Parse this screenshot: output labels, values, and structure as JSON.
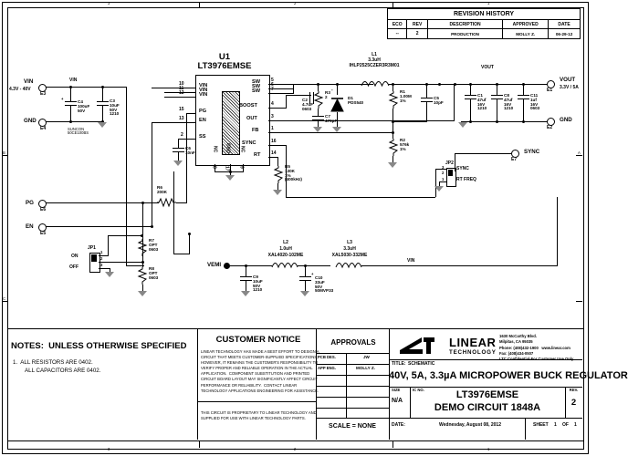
{
  "sheet": {
    "zone_marks_top": [
      "3",
      "2",
      "1"
    ],
    "zone_marks_bottom": [
      "3",
      "2",
      "1"
    ],
    "zone_side": [
      "C",
      "B",
      "A"
    ]
  },
  "revision_history": {
    "title": "REVISION HISTORY",
    "columns": [
      "ECO",
      "REV",
      "DESCRIPTION",
      "APPROVED",
      "DATE"
    ],
    "rows": [
      {
        "eco": "--",
        "rev": "2",
        "description": "PRODUCTION",
        "approved": "MOLLY Z.",
        "date": "06-29-12"
      }
    ]
  },
  "notes": {
    "heading": "NOTES:  UNLESS OTHERWISE SPECIFIED",
    "items": [
      "1.  ALL RESISTORS ARE 0402.",
      "ALL CAPACITORS ARE 0402."
    ]
  },
  "customer_notice": {
    "heading": "CUSTOMER NOTICE",
    "body": [
      "LINEAR TECHNOLOGY HAS MADE A BEST EFFORT TO DESIGN A",
      "CIRCUIT THAT MEETS CUSTOMER-SUPPLIED SPECIFICATIONS;",
      "HOWEVER, IT REMAINS THE CUSTOMER'S RESPONSIBILITY TO",
      "VERIFY PROPER AND RELIABLE OPERATION IN THE ACTUAL",
      "APPLICATION.  COMPONENT SUBSTITUTION AND PRINTED",
      "CIRCUIT BOARD LAYOUT MAY SIGNIFICANTLY AFFECT CIRCUIT",
      "PERFORMANCE OR RELIABILITY.  CONTACT LINEAR",
      "TECHNOLOGY APPLICATIONS ENGINEERING FOR ASSISTANCE."
    ],
    "footer": [
      "THIS CIRCUIT IS PROPRIETARY TO LINEAR TECHNOLOGY AND",
      "SUPPLIED FOR USE WITH LINEAR TECHNOLOGY PARTS."
    ]
  },
  "approvals": {
    "heading": "APPROVALS",
    "rows": [
      {
        "label": "PCB DES.",
        "value": "JW"
      },
      {
        "label": "APP ENG.",
        "value": "MOLLY Z."
      },
      {
        "label": "",
        "value": ""
      },
      {
        "label": "",
        "value": ""
      },
      {
        "label": "",
        "value": ""
      }
    ],
    "scale": "SCALE = NONE"
  },
  "company": {
    "name": "LINEAR",
    "sub": "TECHNOLOGY",
    "address": [
      "1630 McCarthy Blvd.",
      "Milpitas, CA 95035",
      "Phone: (408)432-1900   www.linear.com",
      "Fax: (408)434-0507",
      "LTC Confidential-For Customer Use Only"
    ]
  },
  "title_block": {
    "title_label": "TITLE:",
    "title_value": "SCHEMATIC",
    "main_title": "40V, 5A, 3.3µA MICROPOWER BUCK REGULATOR",
    "size_label": "SIZE",
    "size_value": "N/A",
    "ic_no_label": "IC NO.",
    "part": "LT3976EMSE",
    "demo": "DEMO CIRCUIT 1848A",
    "rev_label": "REV.",
    "rev_value": "2",
    "date_label": "DATE:",
    "date_value": "Wednesday, August 08, 2012",
    "sheet_label": "SHEET",
    "sheet_num": "1",
    "of_label": "OF",
    "of_num": "1"
  },
  "ic": {
    "ref": "U1",
    "part": "LT3976EMSE",
    "left_pins": [
      {
        "num": "10",
        "name": "VIN"
      },
      {
        "num": "11",
        "name": "VIN"
      },
      {
        "num": "12",
        "name": "VIN"
      },
      {
        "num": "15",
        "name": "PG"
      },
      {
        "num": "13",
        "name": "EN"
      },
      {
        "num": "2",
        "name": "SS"
      }
    ],
    "right_pins": [
      {
        "num": "5",
        "name": "SW"
      },
      {
        "num": "6",
        "name": "SW"
      },
      {
        "num": "7",
        "name": "SW"
      },
      {
        "num": "4",
        "name": "BOOST"
      },
      {
        "num": "3",
        "name": "OUT"
      },
      {
        "num": "1",
        "name": "FB"
      },
      {
        "num": "16",
        "name": "SYNC"
      },
      {
        "num": "14",
        "name": "RT"
      }
    ],
    "bottom_pins": [
      {
        "num": "8",
        "name": "NC"
      },
      {
        "num": "17",
        "name": "GND"
      },
      {
        "num": "9",
        "name": "NC"
      }
    ]
  },
  "terminals": [
    {
      "id": "E3",
      "label": "VIN",
      "sub": "4.3V - 40V"
    },
    {
      "id": "E4",
      "label": "GND",
      "sub": ""
    },
    {
      "id": "E6",
      "label": "PG",
      "sub": ""
    },
    {
      "id": "E5",
      "label": "EN",
      "sub": ""
    },
    {
      "id": "E1",
      "label": "VOUT",
      "sub": "3.3V / 5A"
    },
    {
      "id": "E2",
      "label": "GND",
      "sub": ""
    },
    {
      "id": "E7",
      "label": "SYNC",
      "sub": ""
    }
  ],
  "net_labels": [
    {
      "name": "VIN"
    },
    {
      "name": "VOUT"
    },
    {
      "name": "VEMI"
    },
    {
      "name": "VIN"
    }
  ],
  "components": [
    {
      "ref": "C4",
      "lines": [
        "C4",
        "100uF",
        "50V"
      ],
      "note": "SUNCON\n50CE100BS"
    },
    {
      "ref": "C3",
      "lines": [
        "C3",
        "10uF",
        "50V",
        "1210"
      ]
    },
    {
      "ref": "C6",
      "lines": [
        "C6",
        "10nF"
      ]
    },
    {
      "ref": "C2",
      "lines": [
        "C2",
        "4.7uF",
        "0603"
      ]
    },
    {
      "ref": "C7",
      "lines": [
        "C7",
        "470pF"
      ]
    },
    {
      "ref": "R3",
      "lines": [
        "R3",
        "2"
      ]
    },
    {
      "ref": "D1",
      "lines": [
        "D1",
        "PDS540"
      ]
    },
    {
      "ref": "L1",
      "lines": [
        "L1",
        "3.3uH",
        "IHLP2525CZER3R3M01"
      ]
    },
    {
      "ref": "R1",
      "lines": [
        "R1",
        "1.00M",
        "1%"
      ]
    },
    {
      "ref": "C5",
      "lines": [
        "C5",
        "10pF"
      ]
    },
    {
      "ref": "R2",
      "lines": [
        "R2",
        "576k",
        "1%"
      ]
    },
    {
      "ref": "R5",
      "lines": [
        "R5",
        "130K",
        "1%",
        "(400kHz)"
      ]
    },
    {
      "ref": "R6",
      "lines": [
        "R6",
        "200K"
      ]
    },
    {
      "ref": "R7",
      "lines": [
        "R7",
        "OPT",
        "0603"
      ]
    },
    {
      "ref": "R8",
      "lines": [
        "R8",
        "OPT",
        "0603"
      ]
    },
    {
      "ref": "C1",
      "lines": [
        "C1",
        "47uf",
        "16V",
        "1210"
      ]
    },
    {
      "ref": "C8",
      "lines": [
        "C8",
        "47uf",
        "16V",
        "1210"
      ]
    },
    {
      "ref": "C11",
      "lines": [
        "C11",
        "1uf",
        "16V",
        "0603"
      ]
    },
    {
      "ref": "C9",
      "lines": [
        "C9",
        "10uF",
        "50V",
        "1210"
      ]
    },
    {
      "ref": "C10",
      "lines": [
        "C10",
        "33uF",
        "50V",
        "50MVP33"
      ]
    },
    {
      "ref": "L2",
      "lines": [
        "L2",
        "1.0uH",
        "XAL4020-102ME"
      ]
    },
    {
      "ref": "L3",
      "lines": [
        "L3",
        "3.3uH",
        "XAL5030-332ME"
      ]
    }
  ],
  "jumpers": [
    {
      "ref": "JP1",
      "top_label": "ON",
      "bottom_label": "OFF",
      "pins": [
        "1",
        "2",
        "3"
      ]
    },
    {
      "ref": "JP2",
      "top_label": "SYNC",
      "bottom_label": "RT FREQ",
      "pins": [
        "3",
        "2",
        "1"
      ]
    }
  ]
}
